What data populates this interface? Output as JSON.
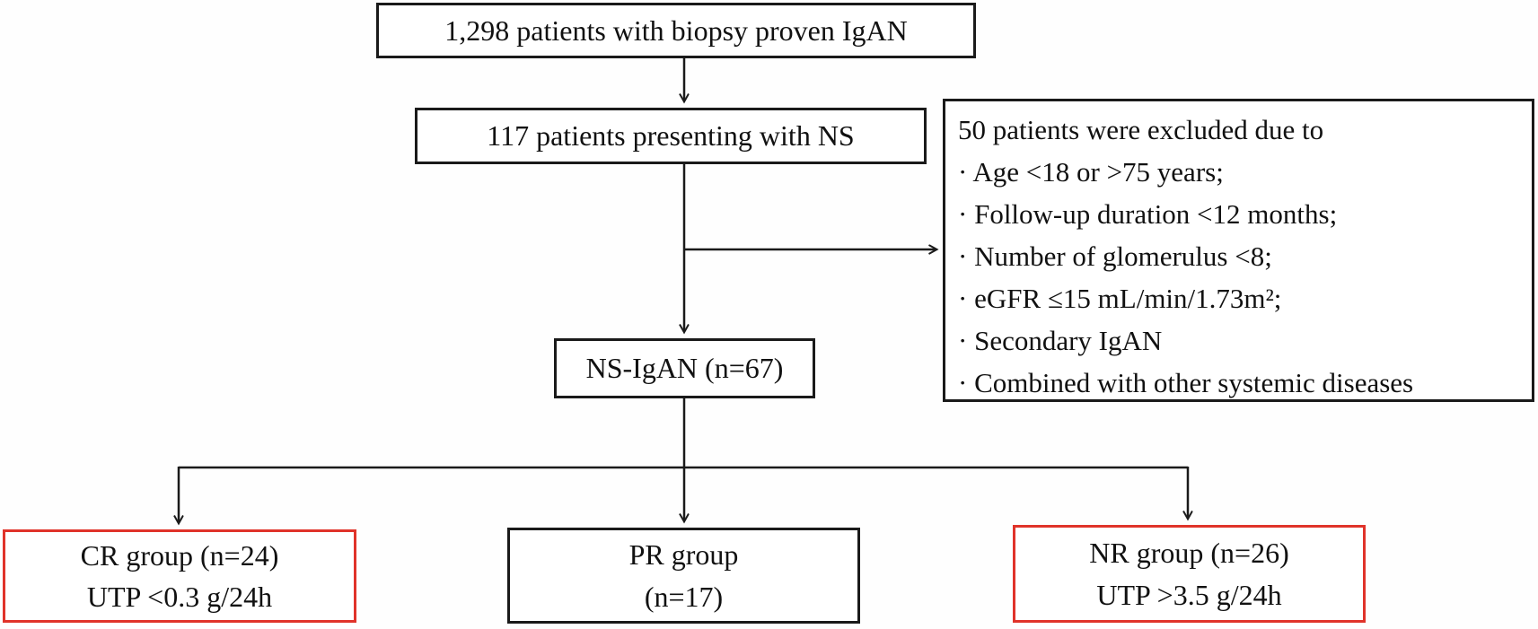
{
  "diagram": {
    "nodes": {
      "total": "1,298 patients with biopsy proven IgAN",
      "ns": "117 patients presenting with NS",
      "nsigan": "NS-IgAN (n=67)"
    },
    "exclusion": {
      "title": "50 patients were excluded due to",
      "items": [
        "· Age <18 or >75 years;",
        "· Follow-up duration <12 months;",
        "· Number of glomerulus <8;",
        "· eGFR ≤15 mL/min/1.73m²;",
        "· Secondary IgAN",
        "· Combined with other systemic diseases"
      ]
    },
    "groups": [
      {
        "line1": "CR group (n=24)",
        "line2": "UTP <0.3 g/24h",
        "highlighted": true
      },
      {
        "line1": "PR group",
        "line2": "(n=17)",
        "highlighted": false
      },
      {
        "line1": "NR group (n=26)",
        "line2": "UTP >3.5 g/24h",
        "highlighted": true
      }
    ]
  },
  "colors": {
    "background": "#fefefe",
    "line": "#1a1a1a",
    "text": "#111111",
    "highlight_border": "#e0332a"
  }
}
